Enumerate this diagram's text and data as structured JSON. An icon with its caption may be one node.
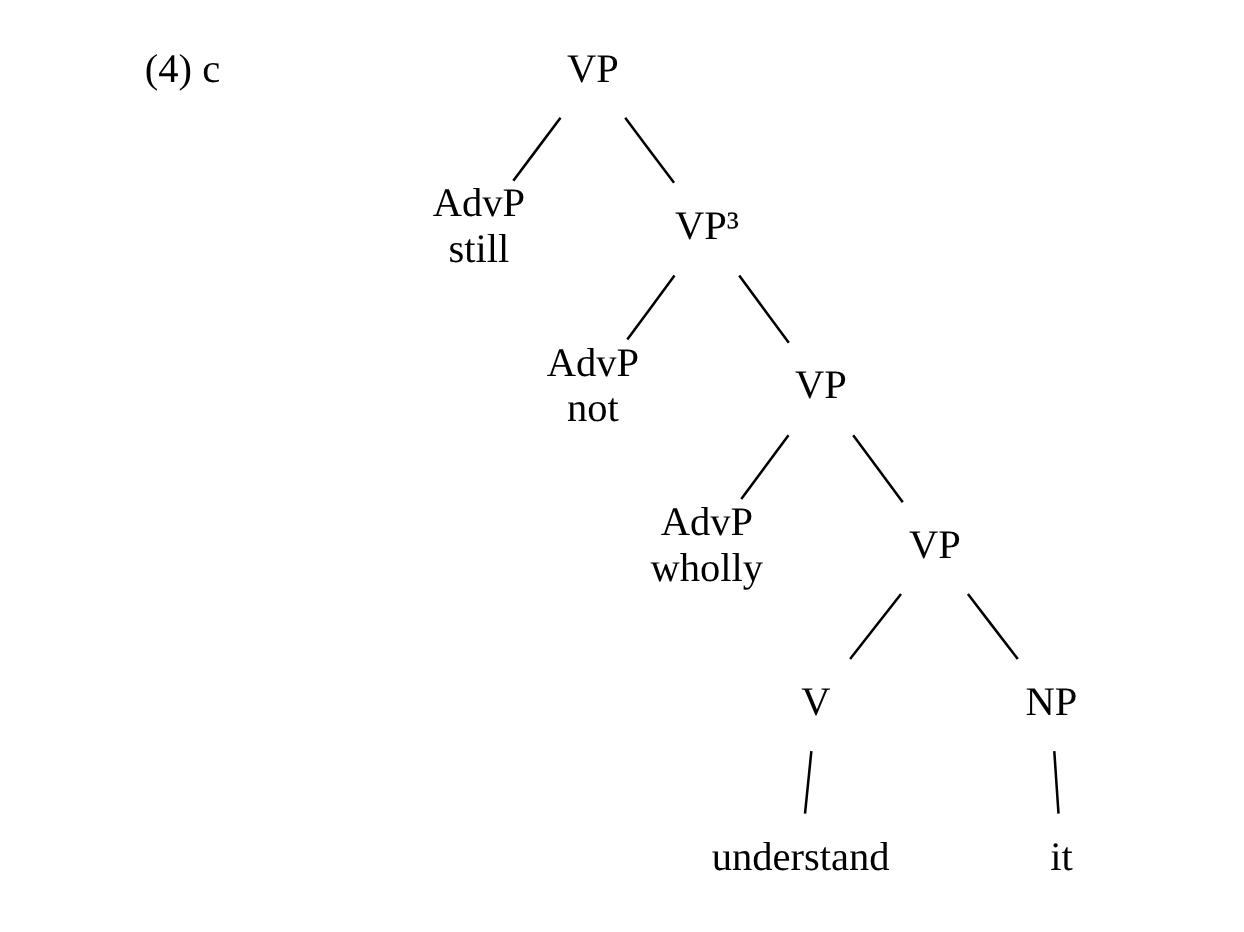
{
  "diagram": {
    "nodes": [
      {
        "text": [
          "VP"
        ]
      },
      {
        "text": [
          "AdvP",
          "still"
        ]
      },
      {
        "text": [
          "VP³"
        ]
      },
      {
        "text": [
          "AdvP",
          "not"
        ]
      },
      {
        "text": [
          "VP"
        ]
      },
      {
        "text": [
          "AdvP",
          "wholly"
        ]
      },
      {
        "text": [
          "VP"
        ]
      },
      {
        "text": [
          "V"
        ]
      },
      {
        "text": [
          "NP"
        ]
      },
      {
        "text": [
          "understand"
        ]
      },
      {
        "text": [
          "it"
        ]
      }
    ],
    "edges": [
      {
        "from": 0,
        "to": 1,
        "arrow": "none"
      },
      {
        "from": 0,
        "to": 2,
        "arrow": "none"
      },
      {
        "from": 2,
        "to": 3,
        "arrow": "none"
      },
      {
        "from": 2,
        "to": 4,
        "arrow": "none"
      },
      {
        "from": 4,
        "to": 5,
        "arrow": "none"
      },
      {
        "from": 4,
        "to": 6,
        "arrow": "none"
      },
      {
        "from": 6,
        "to": 7,
        "arrow": "none"
      },
      {
        "from": 6,
        "to": 8,
        "arrow": "none"
      },
      {
        "from": 7,
        "to": 9,
        "arrow": "none"
      },
      {
        "from": 8,
        "to": 10,
        "arrow": "none"
      }
    ],
    "labels": [
      "(4) c"
    ]
  }
}
